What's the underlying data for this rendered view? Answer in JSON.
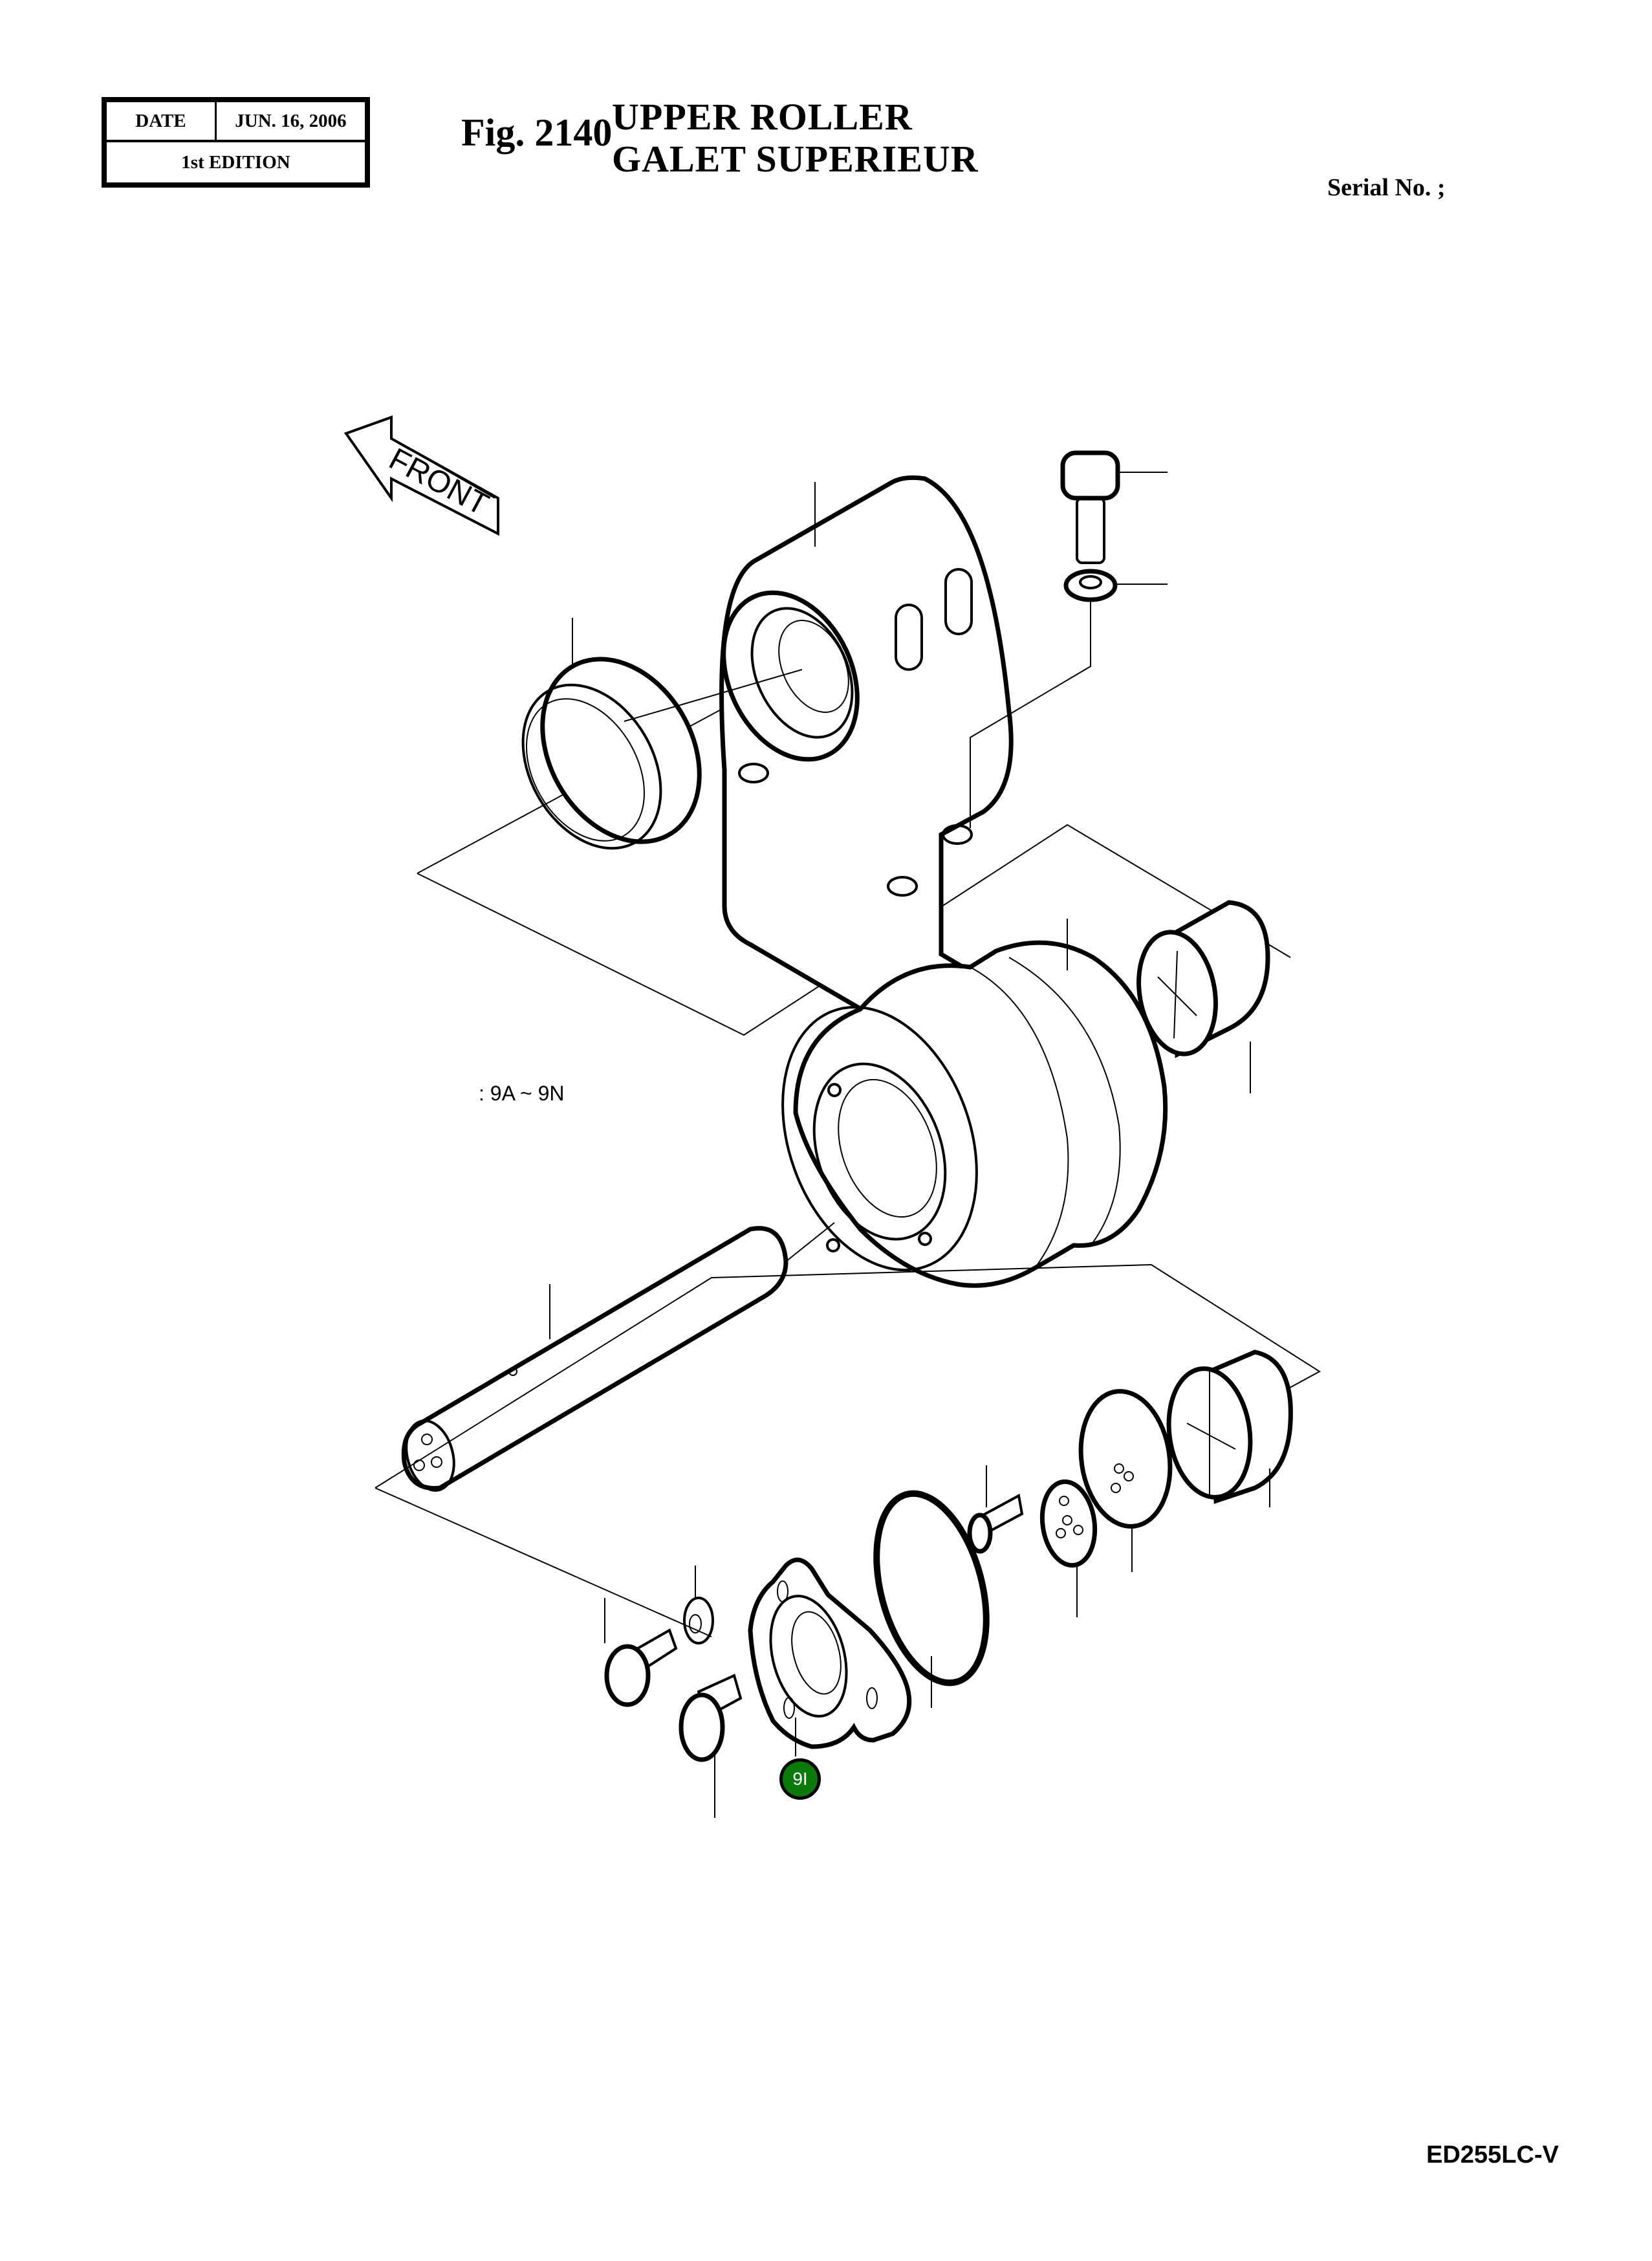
{
  "header": {
    "date_label": "DATE",
    "date_value": "JUN. 16, 2006",
    "edition": "1st EDITION",
    "fig_number": "Fig. 2140",
    "title_en": "UPPER ROLLER",
    "title_fr": "GALET SUPERIEUR",
    "serial_no": "Serial No. ;"
  },
  "diagram": {
    "front_arrow_label": "FRONT",
    "range_note": ": 9A ~ 9N",
    "callouts": [
      {
        "id": "9I",
        "label": "9I",
        "color": "#0b7a0b"
      }
    ]
  },
  "footer": {
    "model_code": "ED255LC-V"
  }
}
